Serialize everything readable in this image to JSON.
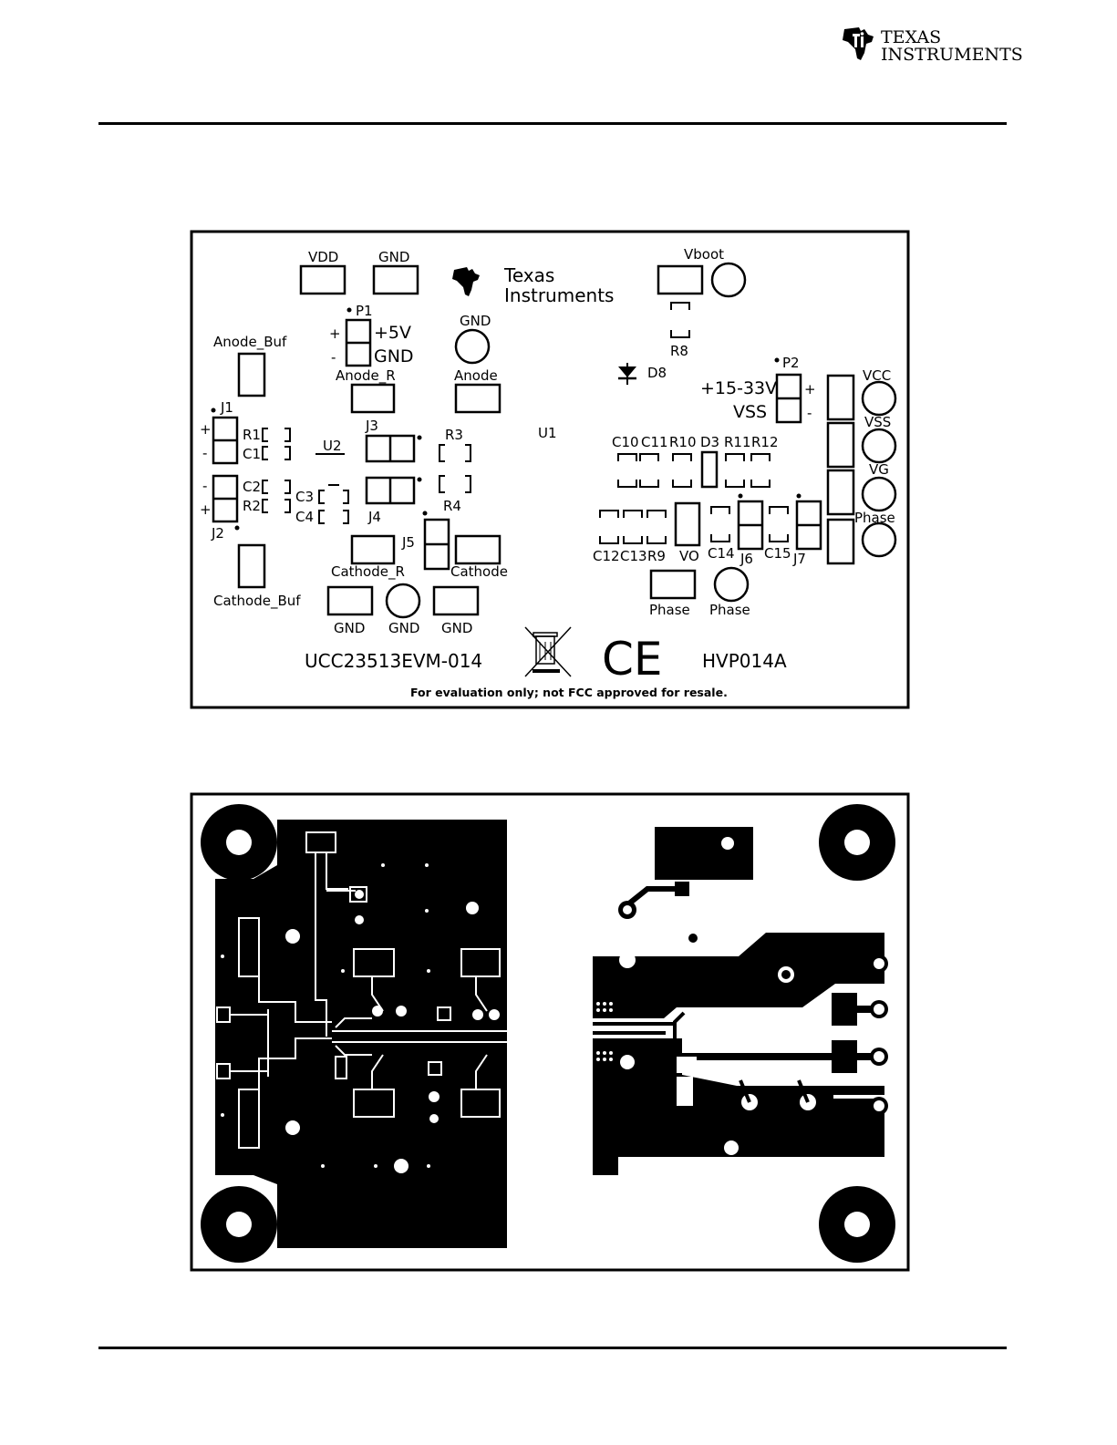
{
  "header": {
    "logo_line1": "Texas",
    "logo_line2": "Instruments"
  },
  "top_view": {
    "logo_line1": "Texas",
    "logo_line2": "Instruments",
    "labels": {
      "vdd": "VDD",
      "gnd_top": "GND",
      "vboot": "Vboot",
      "p1": "P1",
      "p1_plus": "+",
      "p1_minus": "-",
      "plus5v": "+5V",
      "gnd_p1": "GND",
      "gnd_tp": "GND",
      "anode_buf": "Anode_Buf",
      "anode_r": "Anode_R",
      "anode": "Anode",
      "r8": "R8",
      "d8": "D8",
      "p2": "P2",
      "p2_volt": "+15-33V",
      "p2_plus": "+",
      "vss_p2": "VSS",
      "p2_minus": "-",
      "vcc": "VCC",
      "vss": "VSS",
      "vg": "VG",
      "phase_right": "Phase",
      "j1": "J1",
      "j1_plus": "+",
      "j1_minus": "-",
      "r1": "R1",
      "c1": "C1",
      "u2": "U2",
      "j3": "J3",
      "r3": "R3",
      "u1": "U1",
      "c10": "C10",
      "c11": "C11",
      "r10": "R10",
      "d3": "D3",
      "r11": "R11",
      "r12": "R12",
      "j2_minus": "-",
      "j2_plus": "+",
      "c2": "C2",
      "r2": "R2",
      "c3": "C3",
      "c4": "C4",
      "j2": "J2",
      "j4": "J4",
      "r4": "R4",
      "j5": "J5",
      "c12": "C12",
      "c13": "C13",
      "r9": "R9",
      "vo": "VO",
      "c14": "C14",
      "j6": "J6",
      "c15": "C15",
      "j7": "J7",
      "cathode_buf": "Cathode_Buf",
      "cathode_r": "Cathode_R",
      "cathode": "Cathode",
      "phase_box": "Phase",
      "phase_tp": "Phase",
      "gnd1": "GND",
      "gnd2": "GND",
      "gnd3": "GND",
      "board_name": "UCC23513EVM-014",
      "ce_mark": "CE",
      "board_code": "HVP014A",
      "disclaimer": "For evaluation only; not FCC approved for resale."
    }
  }
}
